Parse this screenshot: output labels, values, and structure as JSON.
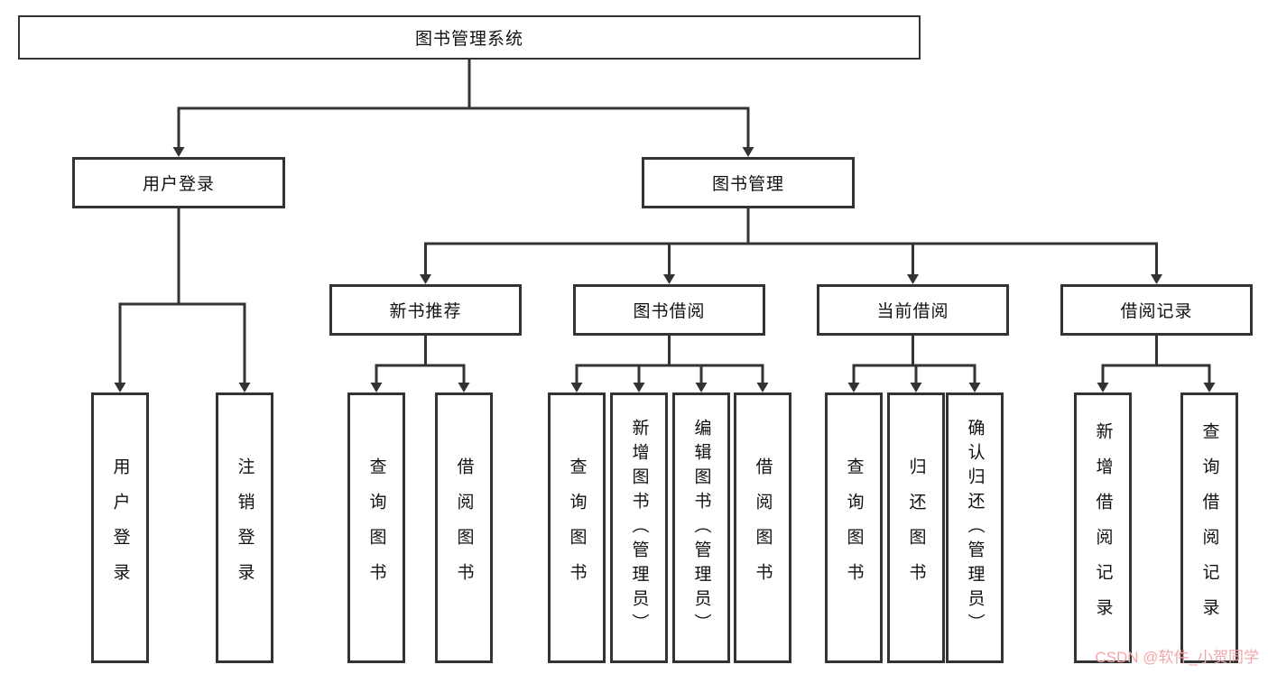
{
  "diagram": {
    "root": {
      "label": "图书管理系统"
    },
    "level2": [
      {
        "id": "user-login",
        "label": "用户登录"
      },
      {
        "id": "book-management",
        "label": "图书管理"
      }
    ],
    "modules": [
      {
        "id": "new-book-recommendation",
        "label": "新书推荐",
        "parent": "图书管理"
      },
      {
        "id": "book-borrowing",
        "label": "图书借阅",
        "parent": "图书管理"
      },
      {
        "id": "current-borrowing",
        "label": "当前借阅",
        "parent": "图书管理"
      },
      {
        "id": "borrowing-records",
        "label": "借阅记录",
        "parent": "图书管理"
      }
    ],
    "leaves": [
      {
        "label": "用户登录",
        "parent": "用户登录"
      },
      {
        "label": "注销登录",
        "parent": "用户登录"
      },
      {
        "label": "查询图书",
        "parent": "新书推荐"
      },
      {
        "label": "借阅图书",
        "parent": "新书推荐"
      },
      {
        "label": "查询图书",
        "parent": "图书借阅"
      },
      {
        "label": "新增图书（管理员）",
        "parent": "图书借阅"
      },
      {
        "label": "编辑图书（管理员）",
        "parent": "图书借阅"
      },
      {
        "label": "借阅图书",
        "parent": "图书借阅"
      },
      {
        "label": "查询图书",
        "parent": "当前借阅"
      },
      {
        "label": "归还图书",
        "parent": "当前借阅"
      },
      {
        "label": "确认归还（管理员）",
        "parent": "当前借阅"
      },
      {
        "label": "新增借阅记录",
        "parent": "借阅记录"
      },
      {
        "label": "查询借阅记录",
        "parent": "借阅记录"
      }
    ],
    "watermark": "CSDN @软件_小贺同学",
    "colors": {
      "line": "#333333",
      "box_border": "#333333",
      "text": "#111111",
      "watermark": "#f2a7a7",
      "background": "#ffffff"
    }
  }
}
